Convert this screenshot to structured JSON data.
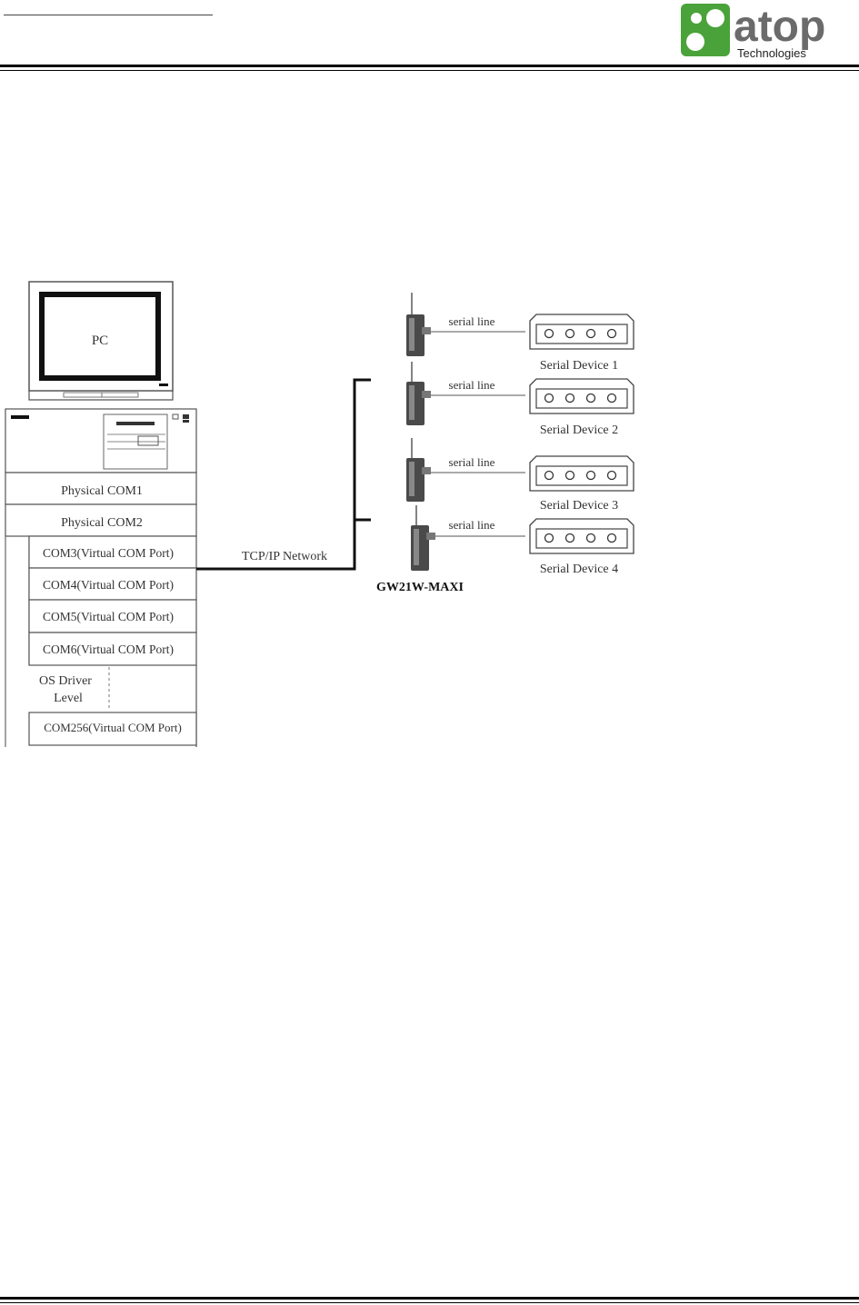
{
  "header": {
    "logo": {
      "brand_text": "atop",
      "sub_text": "Technologies",
      "icon": "atop-logo-icon",
      "brand_color": "#4aa33a",
      "text_color": "#6b6b6b"
    }
  },
  "diagram": {
    "pc": {
      "screen_label": "PC",
      "ports": [
        "Physical COM1",
        "Physical COM2",
        "COM3(Virtual COM Port)",
        "COM4(Virtual COM Port)",
        "COM5(Virtual COM Port)",
        "COM6(Virtual COM Port)"
      ],
      "os_driver_line1": "OS Driver",
      "os_driver_line2": "Level",
      "last_port": "COM256(Virtual COM Port)"
    },
    "network_label": "TCP/IP Network",
    "gateway_label": "GW21W-MAXI",
    "serial_line_label": "serial line",
    "devices": [
      "Serial Device 1",
      "Serial Device 2",
      "Serial Device 3",
      "Serial Device 4"
    ]
  }
}
